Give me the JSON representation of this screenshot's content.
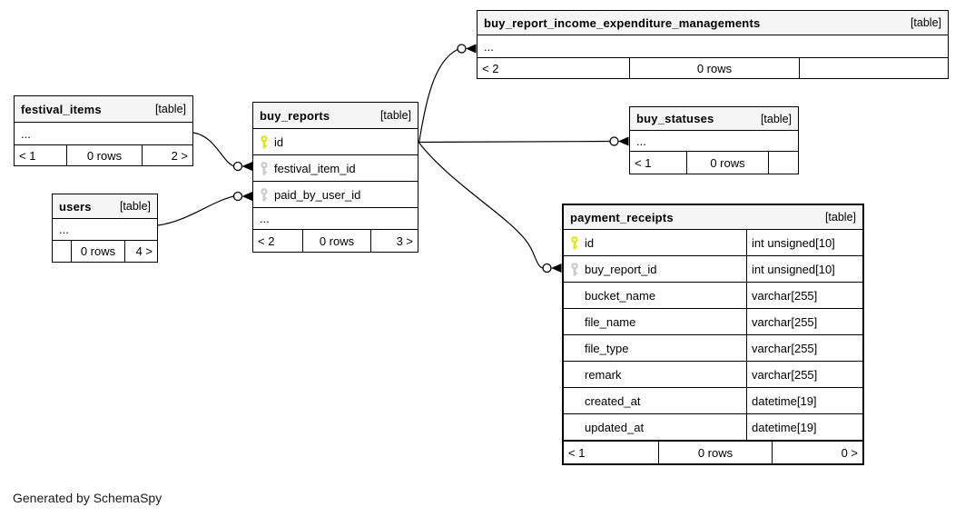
{
  "diagram": {
    "generator_note": "Generated by SchemaSpy"
  },
  "colors": {
    "pk_key": "#e2e516",
    "fk_key": "#cccccc",
    "header_bg": "#f5f5f5",
    "border": "#000000"
  },
  "tables": [
    {
      "name": "buy_report_income_expenditure_managements",
      "type_label": "[table]",
      "ellipsis": "...",
      "footer": {
        "left": "< 2",
        "center": "0 rows",
        "right": ""
      }
    },
    {
      "name": "festival_items",
      "type_label": "[table]",
      "ellipsis": "...",
      "footer": {
        "left": "< 1",
        "center": "0 rows",
        "right": "2 >"
      }
    },
    {
      "name": "buy_reports",
      "type_label": "[table]",
      "columns": [
        {
          "name": "id",
          "key": "primary-key"
        },
        {
          "name": "festival_item_id",
          "key": "foreign-key"
        },
        {
          "name": "paid_by_user_id",
          "key": "foreign-key"
        }
      ],
      "ellipsis": "...",
      "footer": {
        "left": "< 2",
        "center": "0 rows",
        "right": "3 >"
      }
    },
    {
      "name": "users",
      "type_label": "[table]",
      "ellipsis": "...",
      "footer": {
        "left": "",
        "center": "0 rows",
        "right": "4 >"
      }
    },
    {
      "name": "buy_statuses",
      "type_label": "[table]",
      "ellipsis": "...",
      "footer": {
        "left": "< 1",
        "center": "0 rows",
        "right": ""
      }
    },
    {
      "name": "payment_receipts",
      "type_label": "[table]",
      "columns": [
        {
          "name": "id",
          "key": "primary-key",
          "type": "int unsigned[10]"
        },
        {
          "name": "buy_report_id",
          "key": "foreign-key",
          "type": "int unsigned[10]"
        },
        {
          "name": "bucket_name",
          "key": "",
          "type": "varchar[255]"
        },
        {
          "name": "file_name",
          "key": "",
          "type": "varchar[255]"
        },
        {
          "name": "file_type",
          "key": "",
          "type": "varchar[255]"
        },
        {
          "name": "remark",
          "key": "",
          "type": "varchar[255]"
        },
        {
          "name": "created_at",
          "key": "",
          "type": "datetime[19]"
        },
        {
          "name": "updated_at",
          "key": "",
          "type": "datetime[19]"
        }
      ],
      "footer": {
        "left": "< 1",
        "center": "0 rows",
        "right": "0 >"
      }
    }
  ]
}
